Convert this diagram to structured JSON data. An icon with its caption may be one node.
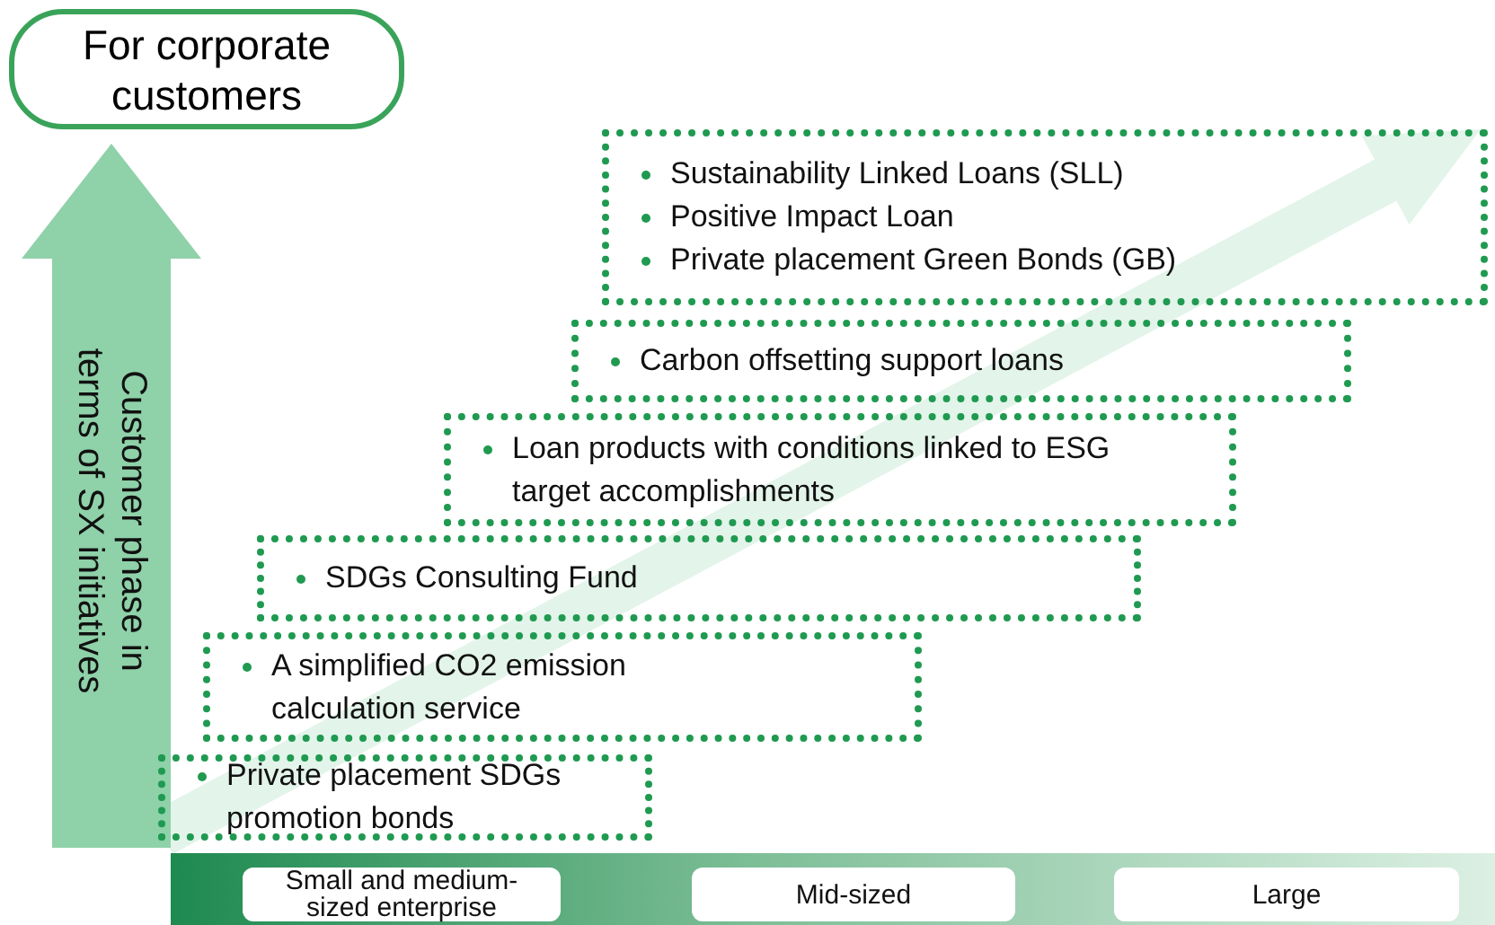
{
  "diagram": {
    "nodes": [
      {
        "text": [
          "For corporate customers"
        ]
      },
      {
        "text": [
          "Customer phase in terms of SX initiatives"
        ]
      },
      {
        "text": [
          "Sustainability Linked Loans (SLL)",
          "Positive Impact Loan",
          "Private placement Green Bonds (GB)"
        ]
      },
      {
        "text": [
          "Carbon offsetting support loans"
        ]
      },
      {
        "text": [
          "Loan products with conditions linked to ESG target accomplishments"
        ]
      },
      {
        "text": [
          "SDGs Consulting Fund"
        ]
      },
      {
        "text": [
          "A simplified CO2 emission calculation service"
        ]
      },
      {
        "text": [
          "Private placement SDGs promotion bonds"
        ]
      },
      {
        "text": [],
        "shape": "bar"
      },
      {
        "text": [
          "Small and medium-sized enterprise"
        ],
        "in": 8
      },
      {
        "text": [
          "Mid-sized"
        ],
        "in": 8
      },
      {
        "text": [
          "Large"
        ],
        "in": 8
      }
    ],
    "edges": [
      {
        "from": 7,
        "to": 2,
        "arrow": "to"
      }
    ]
  }
}
